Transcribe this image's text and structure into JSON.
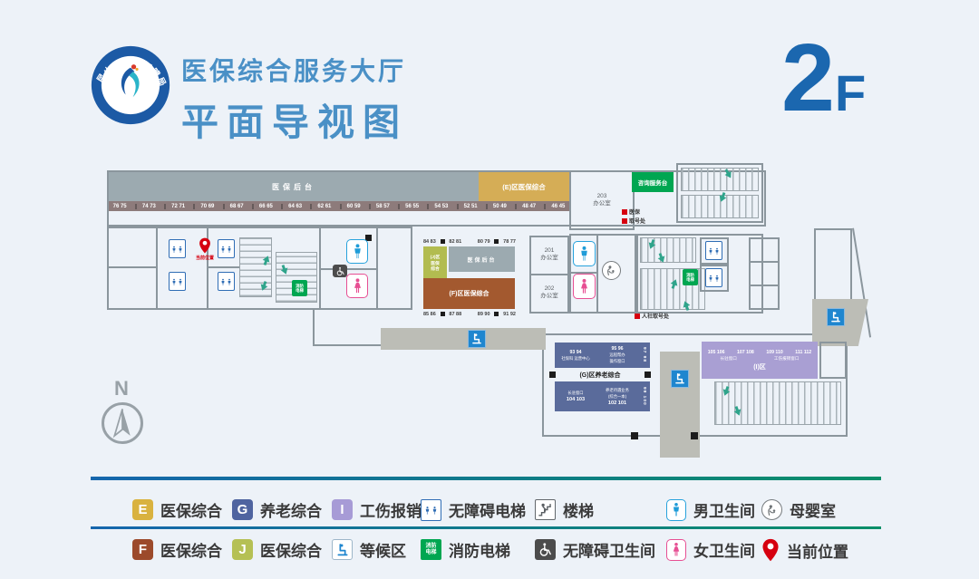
{
  "header": {
    "agency_ring_text": "昆山市医疗保障局",
    "agency_ring_subtext": "KUN SHAN SHI YI LIAO BAO ZHANG JU",
    "title_line1": "医保综合服务大厅",
    "title_line2": "平面导视图",
    "floor_big": "2",
    "floor_small": "F"
  },
  "colors": {
    "title_blue": "#4a90c6",
    "floor_blue": "#1b67af",
    "wall_gray": "#8b969d",
    "counter_gray": "#9caab0",
    "window_strip": "#8d7b7b",
    "block_e_gold": "#d5ad56",
    "block_f_brown": "#a3592f",
    "block_j_green": "#b2bc50",
    "block_g_blue": "#5a6b9b",
    "block_i_purple": "#a99fd3",
    "service_green": "#00a651",
    "location_red": "#d6000f",
    "male_blue": "#1f9cd8",
    "female_pink": "#e74f93"
  },
  "plan": {
    "compass_label": "N",
    "back_office_label": "医保后台",
    "top_windows": [
      "76 75",
      "74 73",
      "72 71",
      "70 69",
      "68 67",
      "66 65",
      "64 63",
      "62 61",
      "60 59",
      "58 57",
      "56 55",
      "54 53",
      "52 51"
    ],
    "e_block": {
      "label": "(E)区医保综合",
      "windows": [
        "50 49",
        "48 47",
        "46 45"
      ]
    },
    "office_203": {
      "line1": "203",
      "line2": "办公室"
    },
    "consult_desk_label": "咨询服务台",
    "medicare_ticket": {
      "line1": "医保",
      "line2": "取号处"
    },
    "current_location_label": "当前位置",
    "mid": {
      "top_windows_left": [
        "84 83",
        "82 81"
      ],
      "top_windows_right": [
        "80 79",
        "78 77"
      ],
      "j_block_lines": [
        "(J)区",
        "医保",
        "综合"
      ],
      "f_block_label": "(F)区医保综合",
      "bottom_windows_left": [
        "85 86",
        "87 88"
      ],
      "bottom_windows_right": [
        "89 90",
        "91 92"
      ]
    },
    "office_201": {
      "line1": "201",
      "line2": "办公室"
    },
    "office_202": {
      "line1": "202",
      "line2": "办公室"
    },
    "hr_ticket_label": "人社取号处",
    "g_block": {
      "title": "(G)区养老综合",
      "win_93_94": "93  94",
      "label_shebao": "社保科",
      "label_yunying": "运营中心",
      "win_95_96": "95  96",
      "label_yuancheng": "远程帮办",
      "label_caozuo": "操作窗口",
      "win_97_98": "97 98",
      "label_changzhu": "长驻窗口",
      "win_104_103": "104 103",
      "label_yanglao1": "养老待遇业务",
      "label_yanglao2": "(综合一本)",
      "win_102_101": "102 101",
      "win_99_100": "99 100"
    },
    "i_block": {
      "title": "(I)区",
      "windows": [
        "105 106",
        "107 108",
        "109 110",
        "111 112"
      ],
      "label_changzhu": "长驻窗口",
      "label_gongshang": "工伤报销窗口"
    }
  },
  "icons": {
    "fire_line1": "消防",
    "fire_line2": "电梯"
  },
  "legend": {
    "row1": [
      {
        "badge": "E",
        "color": "#d9b23f",
        "label": "医保综合"
      },
      {
        "badge": "G",
        "color": "#4f64a0",
        "label": "养老综合"
      },
      {
        "badge": "I",
        "color": "#a79bd6",
        "label": "工伤报销"
      },
      {
        "label": "无障碍电梯"
      },
      {
        "label": "楼梯"
      },
      {
        "label": "男卫生间"
      },
      {
        "label": "母婴室"
      }
    ],
    "row2": [
      {
        "badge": "F",
        "color": "#9c4a2b",
        "label": "医保综合"
      },
      {
        "badge": "J",
        "color": "#b5c054",
        "label": "医保综合"
      },
      {
        "label": "等候区"
      },
      {
        "label": "消防电梯"
      },
      {
        "label": "无障碍卫生间"
      },
      {
        "label": "女卫生间"
      },
      {
        "label": "当前位置"
      }
    ]
  }
}
